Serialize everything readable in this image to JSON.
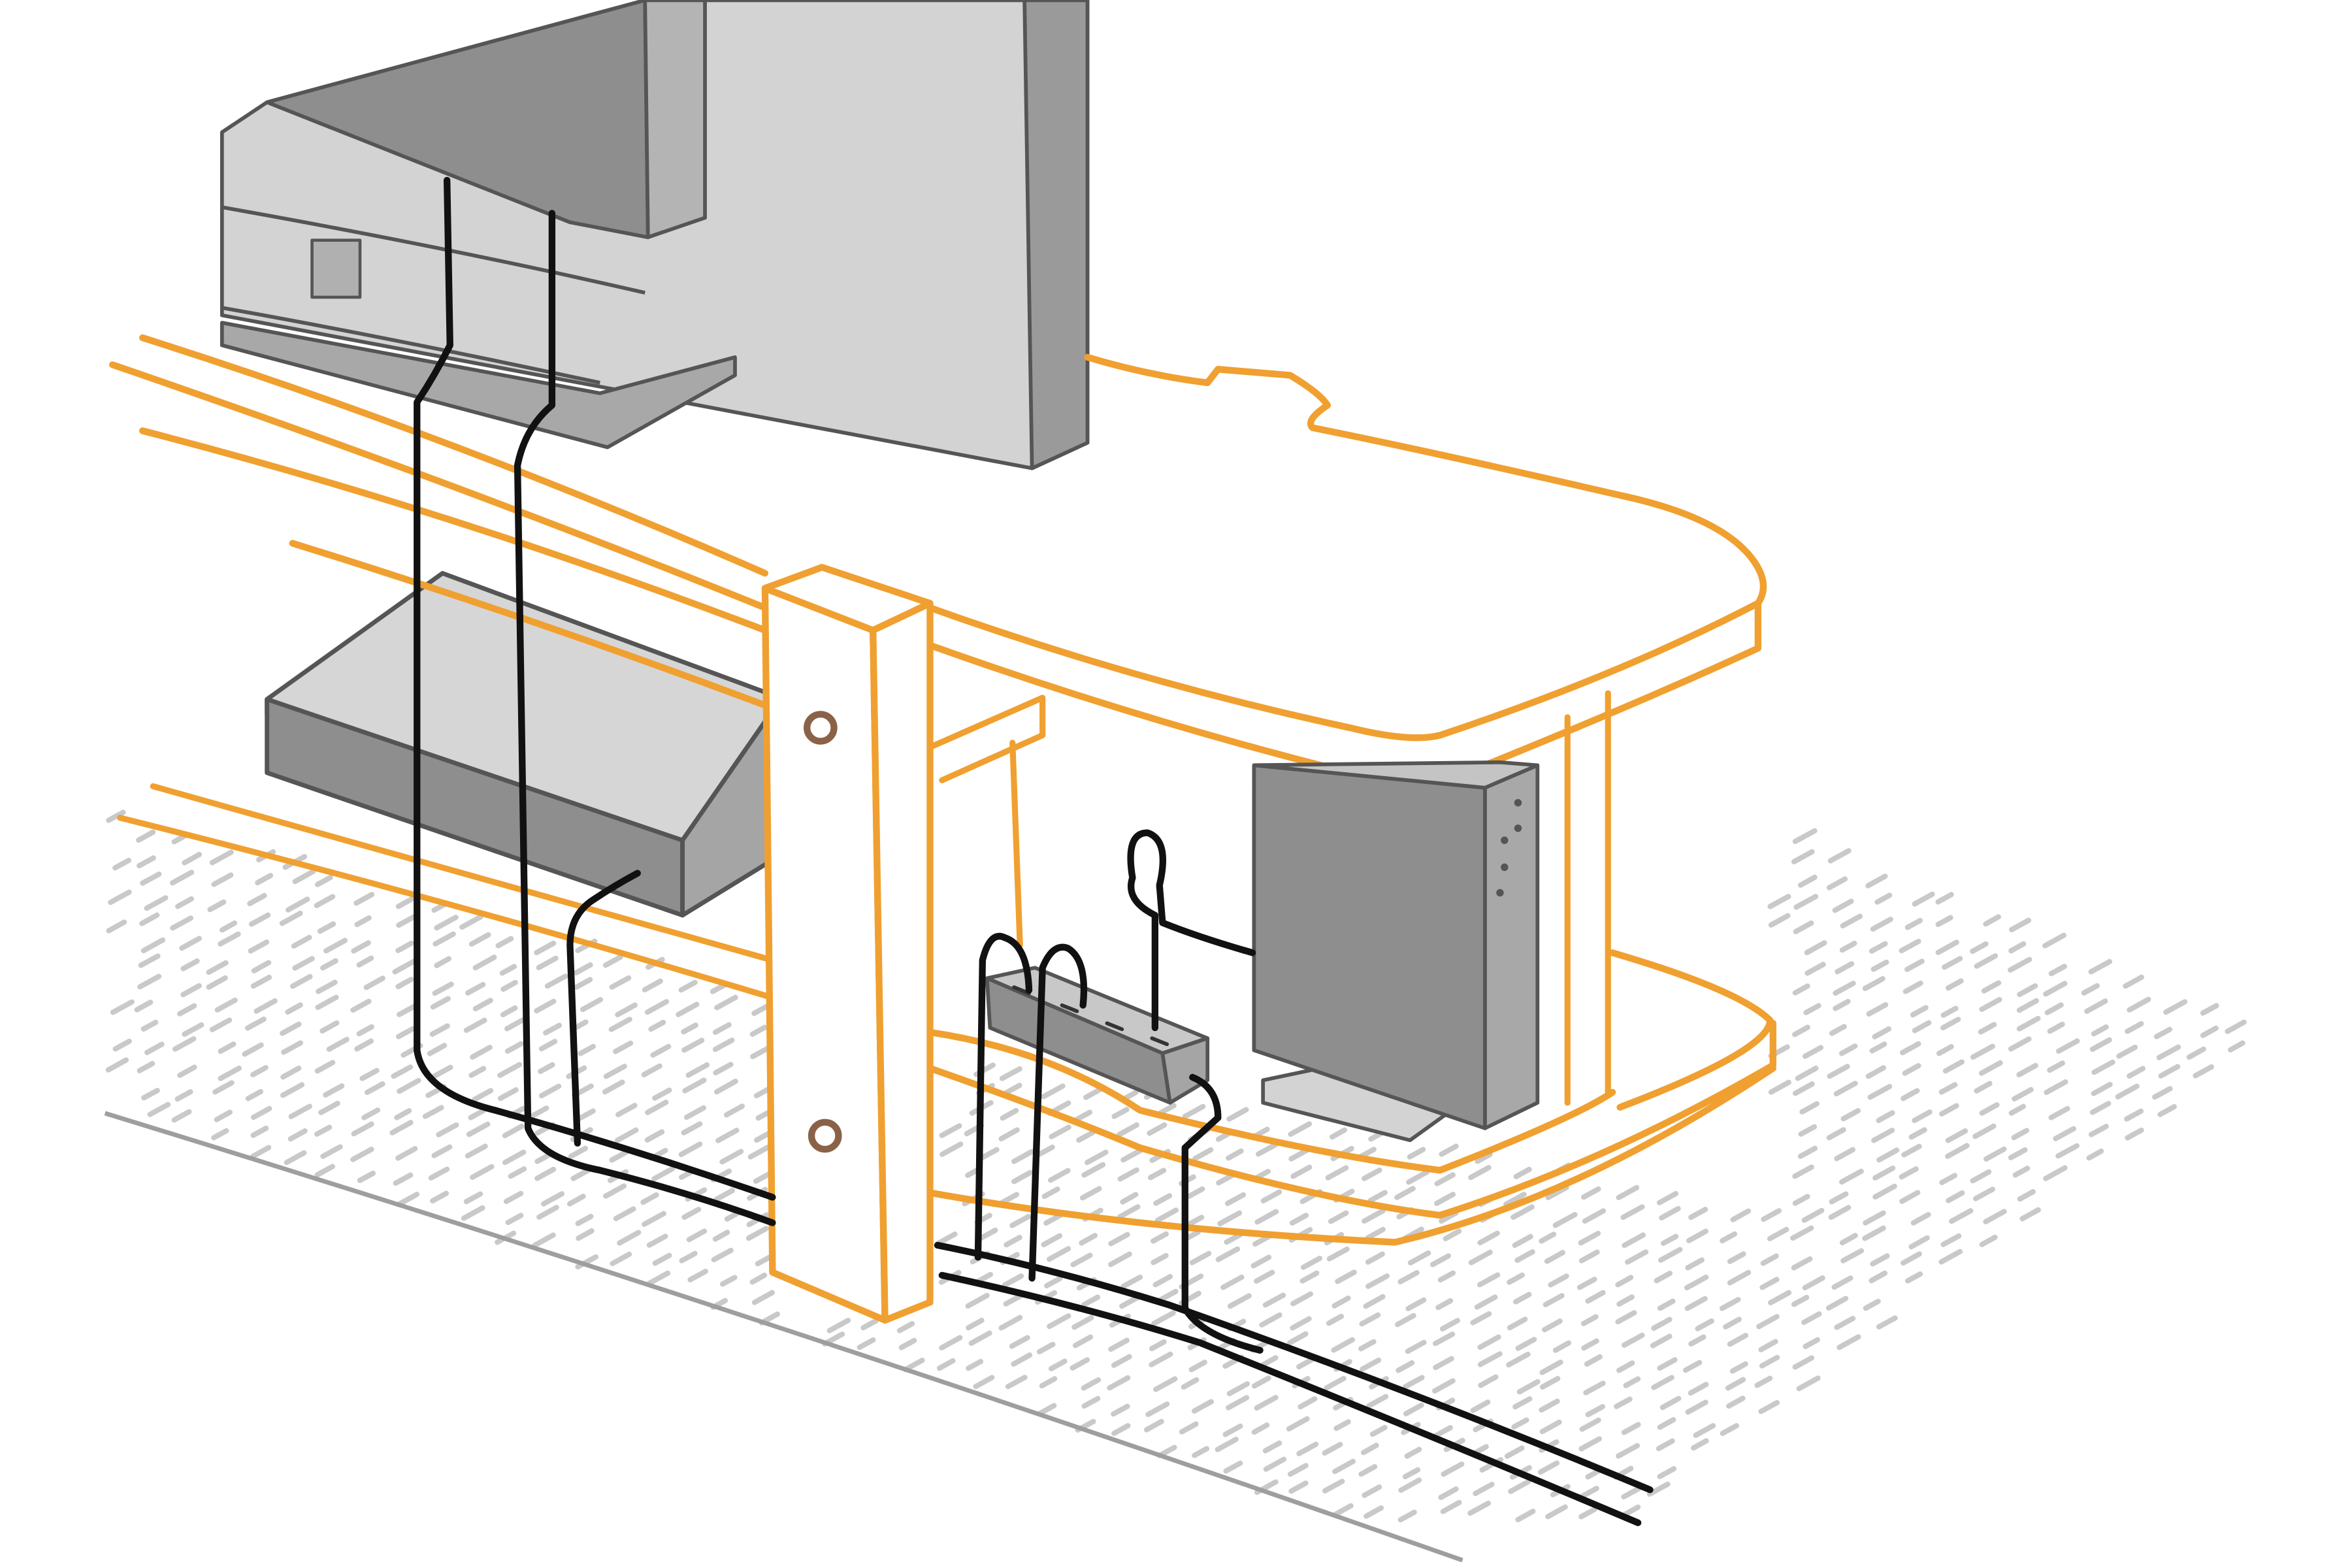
{
  "illustration": {
    "subject": "tv-stand-cable-management",
    "colors": {
      "furniture_outline": "#F0A030",
      "cable": "#111111",
      "device_dark": "#8E8E8E",
      "device_mid": "#A5A5A5",
      "device_light": "#D3D3D3",
      "device_outline": "#555555",
      "carpet_stroke": "#C9C9C9",
      "floor_edge": "#9E9E9E",
      "screw": "#8A6248",
      "background": "#FFFFFF"
    },
    "icons": {
      "screw": "ring",
      "power_strip_outlet": "slot"
    }
  }
}
